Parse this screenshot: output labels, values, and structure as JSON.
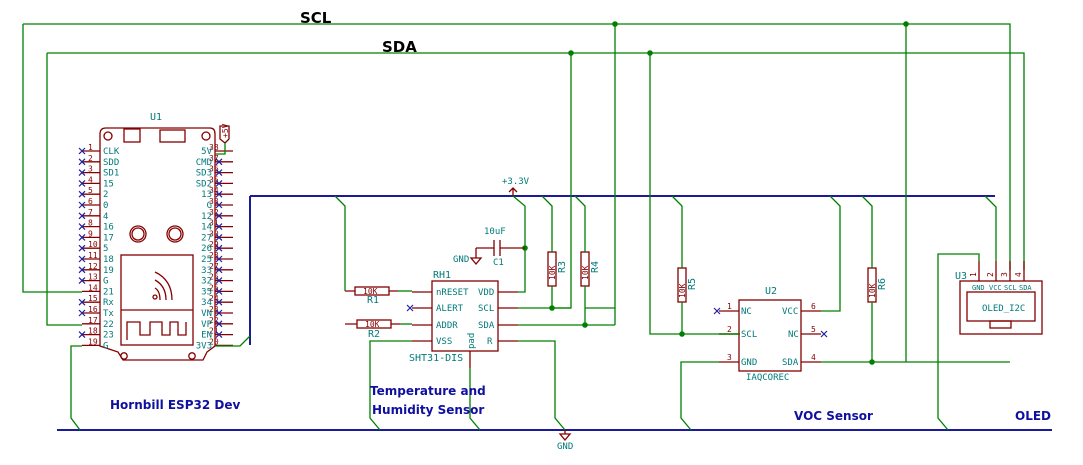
{
  "nets": {
    "scl": "SCL",
    "sda": "SDA"
  },
  "power": {
    "p3v3": "+3.3V",
    "p5v": "+5V",
    "gnd": "GND"
  },
  "u1": {
    "ref": "U1",
    "note": "Hornbill ESP32 Dev",
    "left_pins": [
      {
        "num": "1",
        "name": "CLK"
      },
      {
        "num": "2",
        "name": "SDD"
      },
      {
        "num": "3",
        "name": "SD1"
      },
      {
        "num": "4",
        "name": "15"
      },
      {
        "num": "5",
        "name": "2"
      },
      {
        "num": "6",
        "name": "0"
      },
      {
        "num": "7",
        "name": "4"
      },
      {
        "num": "8",
        "name": "16"
      },
      {
        "num": "9",
        "name": "17"
      },
      {
        "num": "10",
        "name": "5"
      },
      {
        "num": "11",
        "name": "18"
      },
      {
        "num": "12",
        "name": "19"
      },
      {
        "num": "13",
        "name": "G"
      },
      {
        "num": "14",
        "name": "21"
      },
      {
        "num": "15",
        "name": "Rx"
      },
      {
        "num": "16",
        "name": "Tx"
      },
      {
        "num": "17",
        "name": "22"
      },
      {
        "num": "18",
        "name": "23"
      },
      {
        "num": "19",
        "name": "G"
      }
    ],
    "right_pins": [
      {
        "num": "38",
        "name": "5V"
      },
      {
        "num": "37",
        "name": "CMD"
      },
      {
        "num": "36",
        "name": "SD3"
      },
      {
        "num": "35",
        "name": "SD2"
      },
      {
        "num": "34",
        "name": "13"
      },
      {
        "num": "33",
        "name": "G"
      },
      {
        "num": "32",
        "name": "12"
      },
      {
        "num": "31",
        "name": "14"
      },
      {
        "num": "30",
        "name": "27"
      },
      {
        "num": "29",
        "name": "26"
      },
      {
        "num": "28",
        "name": "25"
      },
      {
        "num": "27",
        "name": "33"
      },
      {
        "num": "26",
        "name": "32"
      },
      {
        "num": "25",
        "name": "35"
      },
      {
        "num": "24",
        "name": "34"
      },
      {
        "num": "23",
        "name": "VN"
      },
      {
        "num": "22",
        "name": "VP"
      },
      {
        "num": "21",
        "name": "EN"
      },
      {
        "num": "20",
        "name": "3V3"
      }
    ]
  },
  "rh1": {
    "ref": "RH1",
    "value": "SHT31-DIS",
    "note_line1": "Temperature and",
    "note_line2": "Humidity Sensor",
    "pins": {
      "nreset": "nRESET",
      "alert": "ALERT",
      "addr": "ADDR",
      "vss": "VSS",
      "vdd": "VDD",
      "scl": "SCL",
      "sda": "SDA",
      "r": "R",
      "pad": "pad"
    }
  },
  "c1": {
    "ref": "C1",
    "value": "10uF"
  },
  "resistors": {
    "r1": {
      "ref": "R1",
      "value": "10K"
    },
    "r2": {
      "ref": "R2",
      "value": "10K"
    },
    "r3": {
      "ref": "R3",
      "value": "10K"
    },
    "r4": {
      "ref": "R4",
      "value": "10K"
    },
    "r5": {
      "ref": "R5",
      "value": "10K"
    },
    "r6": {
      "ref": "R6",
      "value": "10K"
    }
  },
  "u2": {
    "ref": "U2",
    "value": "IAQCOREC",
    "note": "VOC Sensor",
    "pins": [
      {
        "num": "1",
        "name": "NC"
      },
      {
        "num": "2",
        "name": "SCL"
      },
      {
        "num": "3",
        "name": "GND"
      },
      {
        "num": "6",
        "name": "VCC"
      },
      {
        "num": "5",
        "name": "NC"
      },
      {
        "num": "4",
        "name": "SDA"
      }
    ]
  },
  "u3": {
    "ref": "U3",
    "value": "OLED_I2C",
    "note": "OLED",
    "pins": [
      {
        "num": "1",
        "name": "GND"
      },
      {
        "num": "2",
        "name": "VCC"
      },
      {
        "num": "3",
        "name": "SCL"
      },
      {
        "num": "4",
        "name": "SDA"
      }
    ]
  }
}
